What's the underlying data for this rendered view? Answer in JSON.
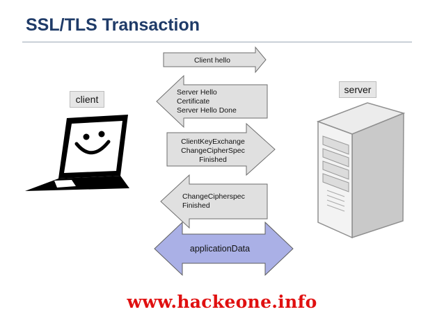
{
  "title": "SSL/TLS Transaction",
  "client_label": "client",
  "server_label": "server",
  "messages": [
    {
      "direction": "to-server",
      "lines": [
        "Client hello"
      ]
    },
    {
      "direction": "to-client",
      "lines": [
        "Server Hello",
        "Certificate",
        "Server Hello Done"
      ]
    },
    {
      "direction": "to-server",
      "lines": [
        "ClientKeyExchange",
        "ChangeCipherSpec",
        "Finished"
      ]
    },
    {
      "direction": "to-client",
      "lines": [
        "ChangeCipherspec",
        "Finished"
      ]
    },
    {
      "direction": "both",
      "lines": [
        "applicationData"
      ]
    }
  ],
  "watermark": "www.hackeone.info",
  "colors": {
    "title": "#1f3b68",
    "arrow_fill": "#e0e0e0",
    "data_arrow_fill": "#aab0e6",
    "watermark": "#e01010"
  }
}
